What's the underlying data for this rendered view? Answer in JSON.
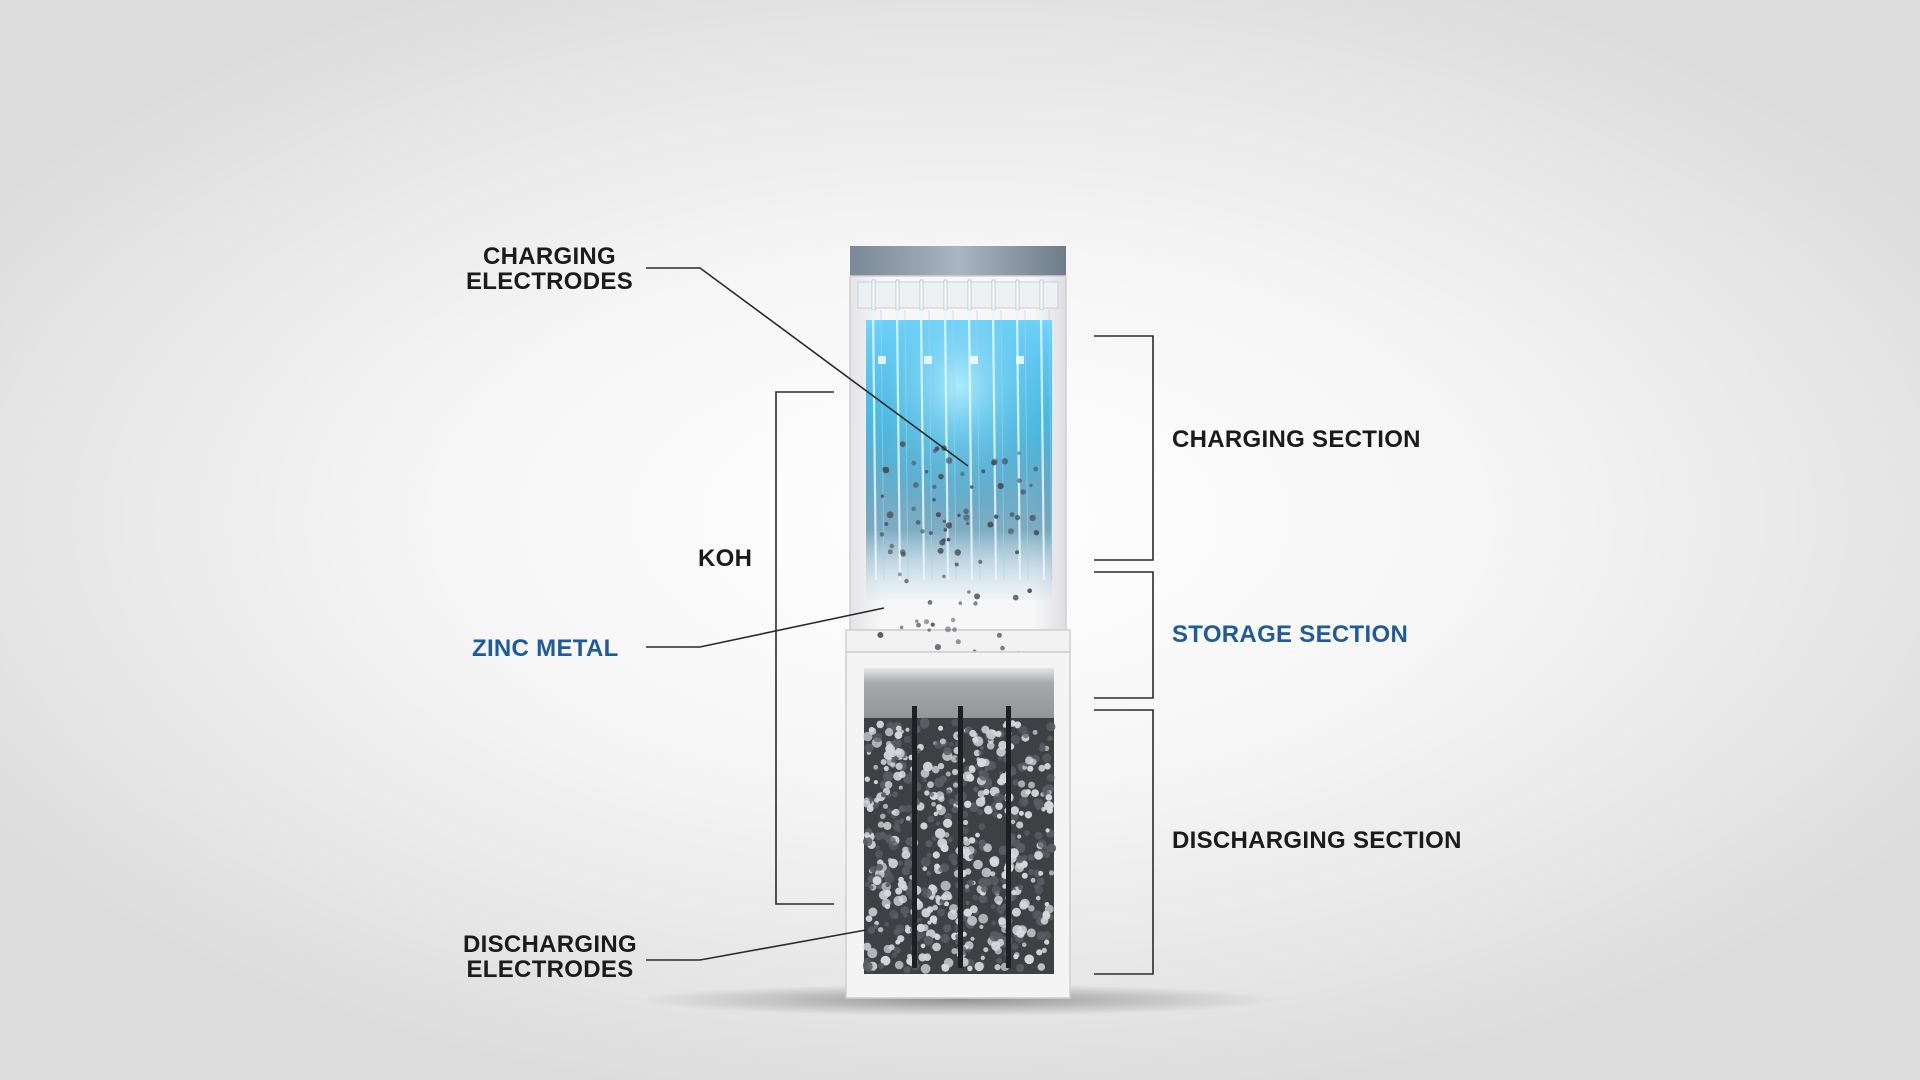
{
  "labels": {
    "charging_electrodes": [
      "CHARGING",
      "ELECTRODES"
    ],
    "koh": "KOH",
    "zinc_metal": "ZINC METAL",
    "discharging_electrodes": [
      "DISCHARGING",
      "ELECTRODES"
    ],
    "charging_section": "CHARGING SECTION",
    "storage_section": "STORAGE SECTION",
    "discharging_section": "DISCHARGING SECTION"
  },
  "colors": {
    "label_dark": "#1b1b1b",
    "label_accent": "#1f5a9c",
    "leader_line": "#2a2a2a",
    "electrolyte_glow": "#33b8e8",
    "zinc_particle": "#4a4e55"
  }
}
